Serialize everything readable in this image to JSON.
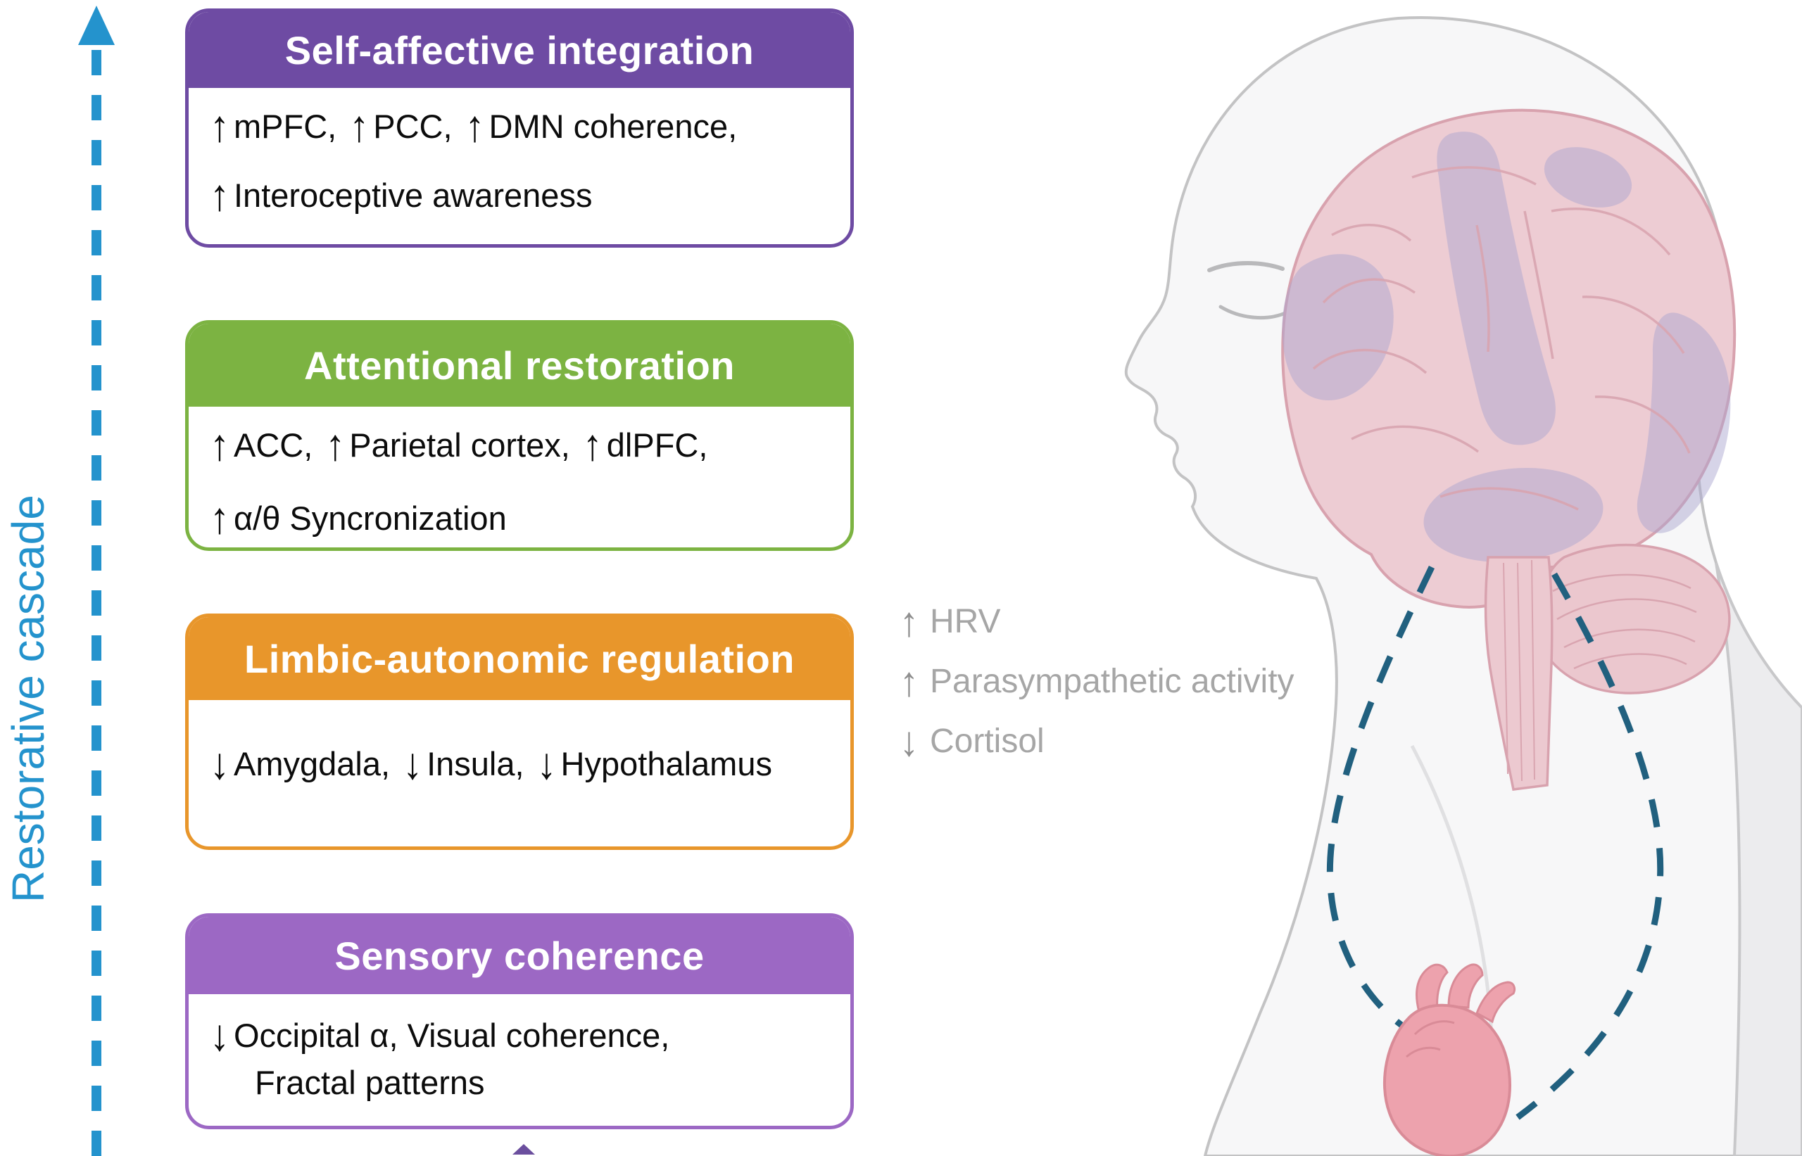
{
  "palette": {
    "cascade_blue": "#2493cd",
    "box1_purple": "#6e4ba3",
    "box2_green": "#7cb342",
    "box3_orange": "#e8962b",
    "box4_purple": "#9c68c4",
    "gray_annotation": "#a6a6a6",
    "vagus_teal": "#21607f",
    "brain_pink": "#edccd3",
    "brain_highlight_purple": "#a9a5cf",
    "heart_pink": "#eda2ad"
  },
  "icons": {
    "up_arrow": "↑",
    "down_arrow": "↓"
  },
  "cascade": {
    "label": "Restorative cascade"
  },
  "boxes": [
    {
      "title": "Self-affective integration",
      "lines": [
        {
          "segments": [
            {
              "icon": "up",
              "text": "mPFC,"
            },
            {
              "icon": "up",
              "text": "PCC,"
            },
            {
              "icon": "up",
              "text": "DMN coherence,"
            }
          ]
        },
        {
          "segments": [
            {
              "icon": "up",
              "text": "Interoceptive awareness"
            }
          ]
        }
      ]
    },
    {
      "title": "Attentional restoration",
      "lines": [
        {
          "segments": [
            {
              "icon": "up",
              "text": "ACC,"
            },
            {
              "icon": "up",
              "text": "Parietal cortex,"
            },
            {
              "icon": "up",
              "text": "dlPFC,"
            }
          ]
        },
        {
          "segments": [
            {
              "icon": "up",
              "text": "α/θ Syncronization"
            }
          ]
        }
      ]
    },
    {
      "title": "Limbic-autonomic regulation",
      "lines": [
        {
          "segments": [
            {
              "icon": "down",
              "text": "Amygdala,"
            },
            {
              "icon": "down",
              "text": "Insula,"
            },
            {
              "icon": "down",
              "text": "Hypothalamus"
            }
          ]
        }
      ]
    },
    {
      "title": "Sensory coherence",
      "lines": [
        {
          "segments": [
            {
              "icon": "down",
              "text": "Occipital α, Visual coherence,"
            }
          ]
        },
        {
          "segments": [
            {
              "icon": null,
              "text": "Fractal patterns"
            }
          ]
        }
      ]
    }
  ],
  "physiology": {
    "items": [
      {
        "icon": "up",
        "text": "HRV"
      },
      {
        "icon": "up",
        "text": "Parasympathetic activity"
      },
      {
        "icon": "down",
        "text": "Cortisol"
      }
    ]
  }
}
